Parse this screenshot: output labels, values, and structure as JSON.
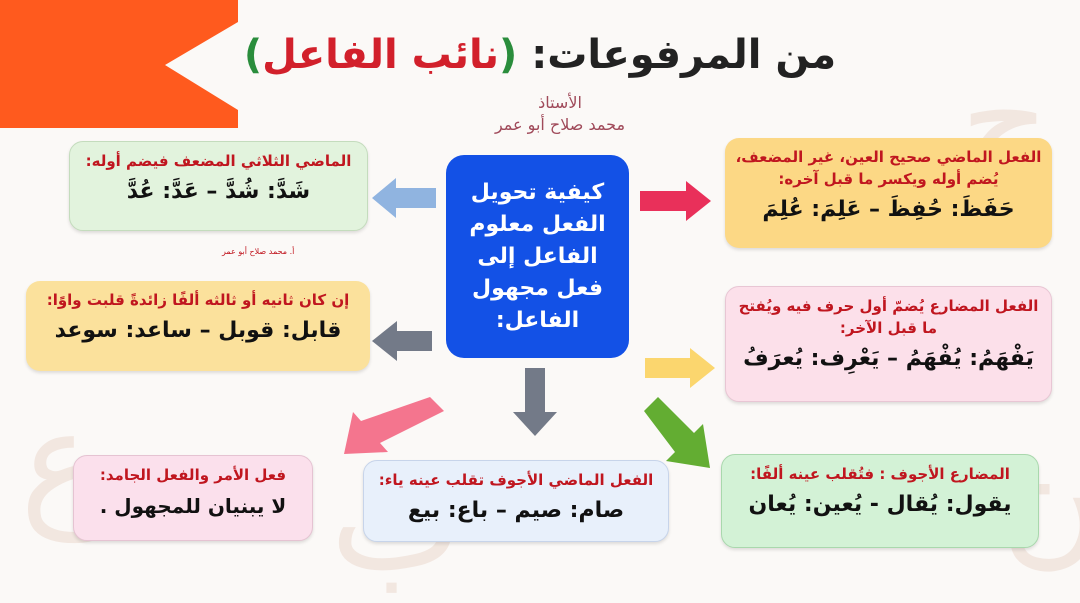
{
  "title": {
    "prefix": "من المرفوعات:",
    "paren_open": "(",
    "highlight": "نائب الفاعل",
    "paren_close": ")"
  },
  "author": {
    "role": "الأستاذ",
    "name": "محمد صلاح أبو عمر"
  },
  "signature": "أ. محمد صلاح أبو عمر",
  "center": {
    "text": "كيفية تحويل الفعل معلوم الفاعل إلى فعل مجهول الفاعل:"
  },
  "boxes": {
    "past_sound": {
      "condition": "الفعل الماضي صحيح العين، غير المضعف، يُضم أوله ويكسر ما قبل آخره:",
      "example": "حَفَظَ: حُفِظَ – عَلِمَ: عُلِمَ",
      "bg": "#fcd885"
    },
    "present": {
      "condition": "الفعل المضارع يُضمّ أول حرف فيه ويُفتح ما قبل الآخر:",
      "example": "يَفْهَمُ: يُفْهَمُ – يَعْرِف: يُعرَفُ",
      "bg": "#fce0ea"
    },
    "present_hollow": {
      "condition": "المضارع الأجوف : فتُقلب عينه ألفًا:",
      "example": "يقول: يُقال - يُعين: يُعان",
      "bg": "#d3f2d6"
    },
    "past_hollow": {
      "condition": "الفعل الماضي الأجوف تقلب عينه ياء:",
      "example": "صام: صيم – باع: بيع",
      "bg": "#e8f0fb"
    },
    "imperative": {
      "condition": "فعل الأمر والفعل الجامد:",
      "example": "لا يبنيان للمجهول .",
      "bg": "#fbe0ec"
    },
    "waw": {
      "condition": "إن كان ثانيه أو ثالثه ألفًا زائدةً قلبت واوًا:",
      "example": "قابل: قوبل – ساعد: سوعد",
      "bg": "#fbe19c"
    },
    "doubled": {
      "condition": "الماضي الثلاثي المضعف فيضم أوله:",
      "example": "شَدَّ: شُدَّ – عَدَّ: عُدَّ",
      "bg": "#e2f3dd"
    }
  },
  "colors": {
    "flag": "#ff5a1e",
    "arrow_red": "#e9305a",
    "arrow_yellow": "#fbd66e",
    "arrow_green": "#63ad32",
    "arrow_gray": "#737a88",
    "arrow_pink": "#f4758e",
    "arrow_blue": "#90b4e0"
  }
}
